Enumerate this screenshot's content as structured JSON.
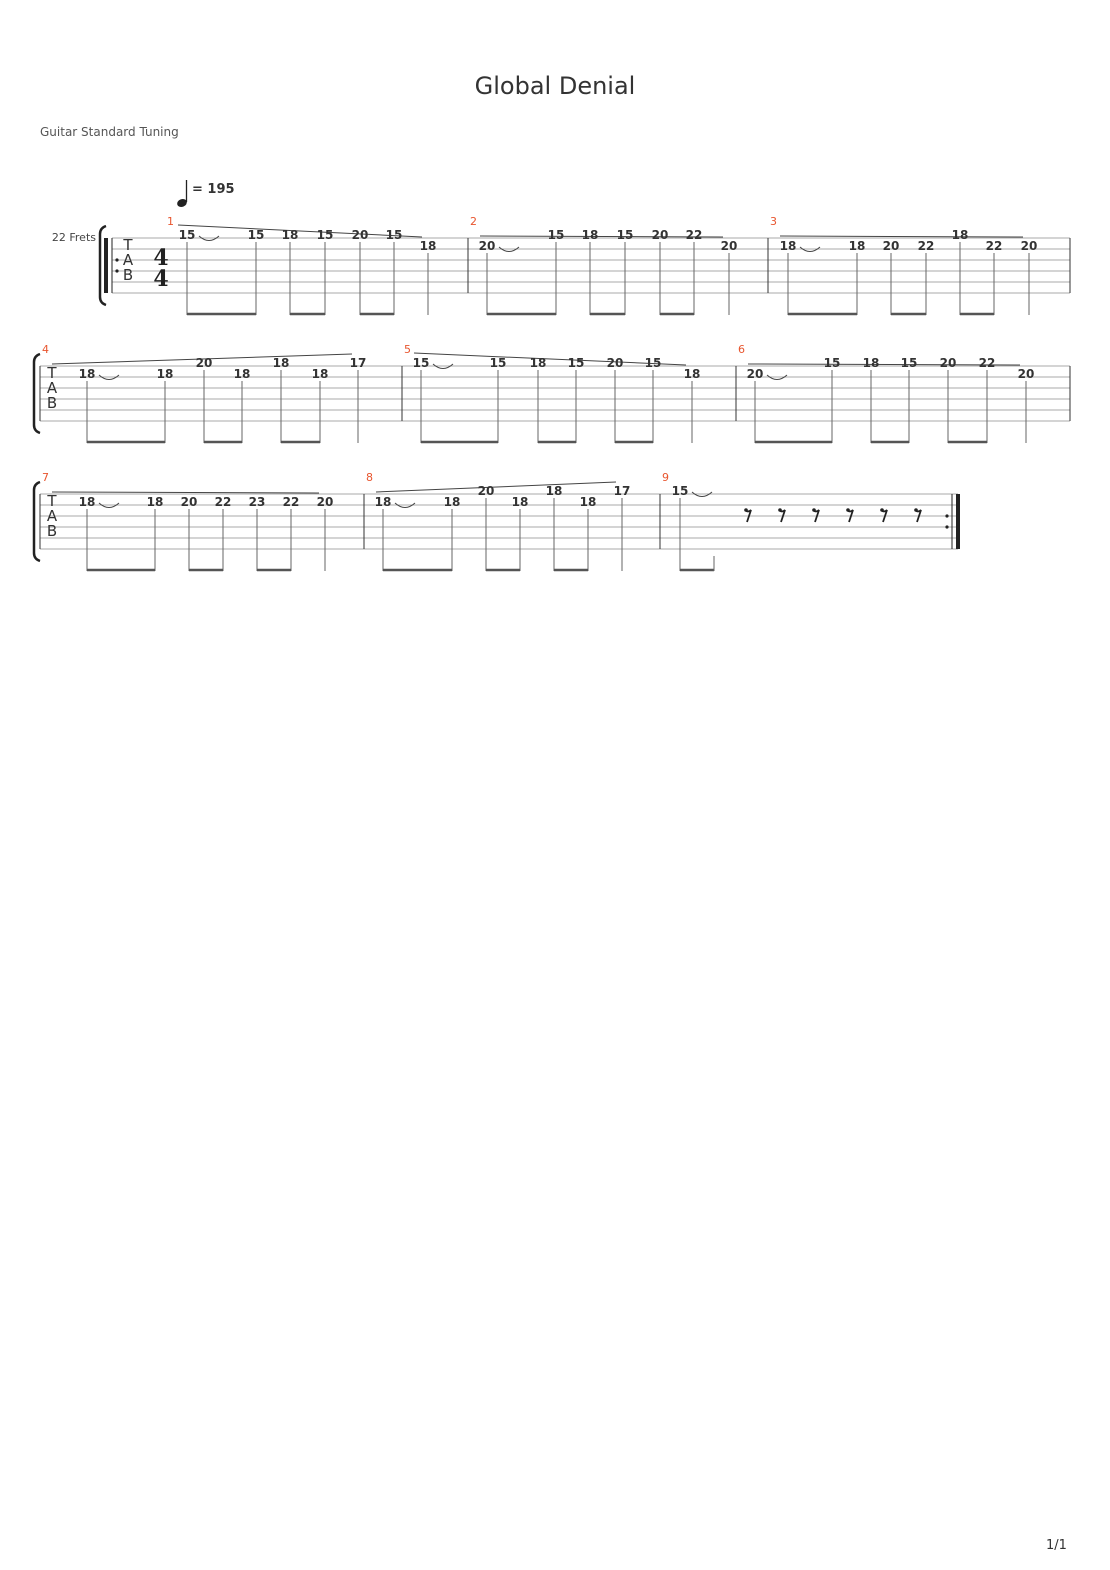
{
  "score": {
    "title": "Global Denial",
    "tuning": "Guitar Standard Tuning",
    "frets_label": "22 Frets",
    "tempo_text": "= 195",
    "time_signature": {
      "top": "4",
      "bottom": "4"
    },
    "tab_letters": [
      "T",
      "A",
      "B"
    ],
    "page_number": "1/1"
  },
  "measures": [
    {
      "number": "1",
      "notes": [
        {
          "fret": "15",
          "string": 1
        },
        {
          "fret": "15",
          "string": 1
        },
        {
          "fret": "18",
          "string": 1
        },
        {
          "fret": "15",
          "string": 1
        },
        {
          "fret": "20",
          "string": 1
        },
        {
          "fret": "15",
          "string": 1
        },
        {
          "fret": "18",
          "string": 2
        }
      ]
    },
    {
      "number": "2",
      "notes": [
        {
          "fret": "20",
          "string": 2
        },
        {
          "fret": "15",
          "string": 1
        },
        {
          "fret": "18",
          "string": 1
        },
        {
          "fret": "15",
          "string": 1
        },
        {
          "fret": "20",
          "string": 1
        },
        {
          "fret": "22",
          "string": 1
        },
        {
          "fret": "20",
          "string": 2
        }
      ]
    },
    {
      "number": "3",
      "notes": [
        {
          "fret": "18",
          "string": 2
        },
        {
          "fret": "18",
          "string": 2
        },
        {
          "fret": "20",
          "string": 2
        },
        {
          "fret": "22",
          "string": 2
        },
        {
          "fret": "18",
          "string": 1
        },
        {
          "fret": "22",
          "string": 2
        },
        {
          "fret": "20",
          "string": 2
        }
      ]
    },
    {
      "number": "4",
      "notes": [
        {
          "fret": "18",
          "string": 2
        },
        {
          "fret": "18",
          "string": 2
        },
        {
          "fret": "20",
          "string": 1
        },
        {
          "fret": "18",
          "string": 2
        },
        {
          "fret": "18",
          "string": 1
        },
        {
          "fret": "18",
          "string": 2
        },
        {
          "fret": "17",
          "string": 1
        }
      ]
    },
    {
      "number": "5",
      "notes": [
        {
          "fret": "15",
          "string": 1
        },
        {
          "fret": "15",
          "string": 1
        },
        {
          "fret": "18",
          "string": 1
        },
        {
          "fret": "15",
          "string": 1
        },
        {
          "fret": "20",
          "string": 1
        },
        {
          "fret": "15",
          "string": 1
        },
        {
          "fret": "18",
          "string": 2
        }
      ]
    },
    {
      "number": "6",
      "notes": [
        {
          "fret": "20",
          "string": 2
        },
        {
          "fret": "15",
          "string": 1
        },
        {
          "fret": "18",
          "string": 1
        },
        {
          "fret": "15",
          "string": 1
        },
        {
          "fret": "20",
          "string": 1
        },
        {
          "fret": "22",
          "string": 1
        },
        {
          "fret": "20",
          "string": 2
        }
      ]
    },
    {
      "number": "7",
      "notes": [
        {
          "fret": "18",
          "string": 2
        },
        {
          "fret": "18",
          "string": 2
        },
        {
          "fret": "20",
          "string": 2
        },
        {
          "fret": "22",
          "string": 2
        },
        {
          "fret": "23",
          "string": 2
        },
        {
          "fret": "22",
          "string": 2
        },
        {
          "fret": "20",
          "string": 2
        }
      ]
    },
    {
      "number": "8",
      "notes": [
        {
          "fret": "18",
          "string": 2
        },
        {
          "fret": "18",
          "string": 2
        },
        {
          "fret": "20",
          "string": 1
        },
        {
          "fret": "18",
          "string": 2
        },
        {
          "fret": "18",
          "string": 1
        },
        {
          "fret": "18",
          "string": 2
        },
        {
          "fret": "17",
          "string": 1
        }
      ]
    },
    {
      "number": "9",
      "notes": [
        {
          "fret": "15",
          "string": 1
        }
      ],
      "rests": 6
    }
  ]
}
